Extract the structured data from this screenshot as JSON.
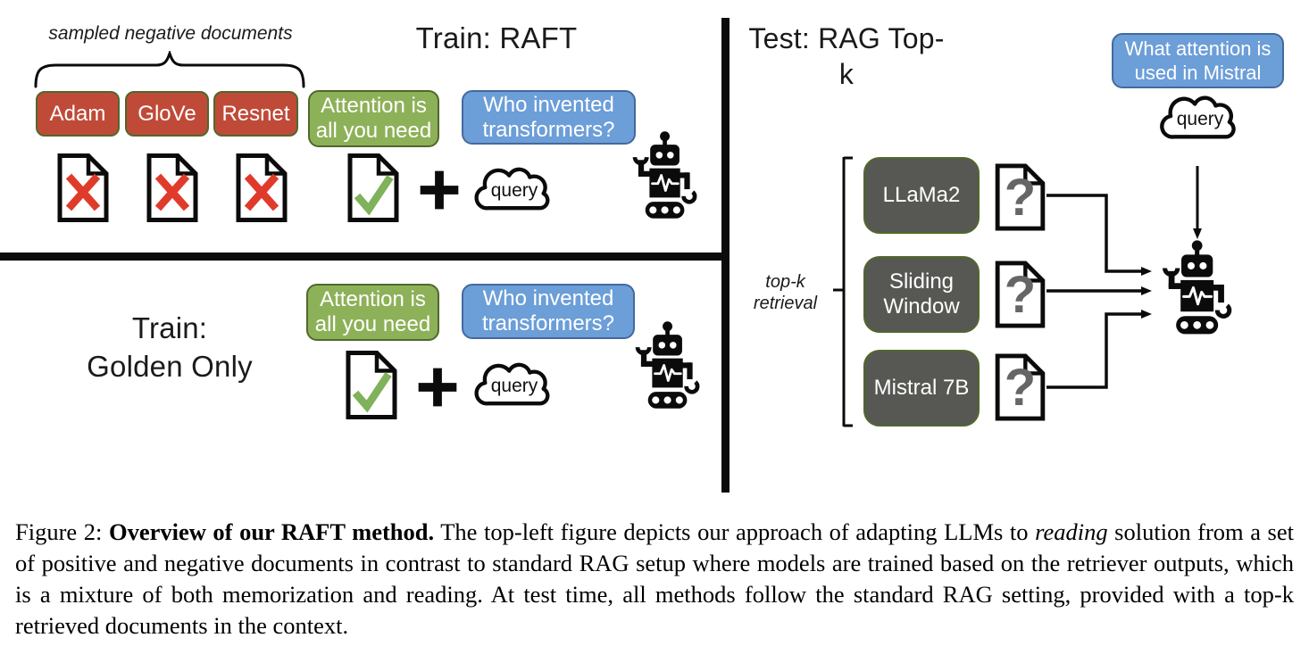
{
  "colors": {
    "red-fill": "#c04a38",
    "green-fill": "#8db158",
    "blue-fill": "#6c9ed8",
    "dark-fill": "#575754",
    "box-border-green": "#50682c",
    "box-border-blue": "#44699e",
    "x-mark-red": "#e03b2a",
    "check-green": "#7fb25a",
    "question-gray": "#666666",
    "line-black": "#0b0b0b"
  },
  "train_raft": {
    "title": "Train: RAFT",
    "negatives_label": "sampled negative documents",
    "negative_docs": [
      "Adam",
      "GloVe",
      "Resnet"
    ],
    "golden_doc": "Attention is all you need",
    "query_box": "Who invented transformers?",
    "query_label": "query"
  },
  "train_golden": {
    "title_line1": "Train:",
    "title_line2": "Golden Only",
    "golden_doc": "Attention is all you need",
    "query_box": "Who invented transformers?",
    "query_label": "query"
  },
  "test_rag": {
    "title": "Test: RAG Top-k",
    "query_box": "What attention is used in Mistral",
    "query_label": "query",
    "retrieval_label_line1": "top-k",
    "retrieval_label_line2": "retrieval",
    "models": [
      "LLaMa2",
      "Sliding Window",
      "Mistral 7B"
    ],
    "question_mark": "?"
  },
  "caption": {
    "prefix": "Figure 2: ",
    "bold": "Overview of our RAFT method.",
    "body_1": " The top-left figure depicts our approach of adapting LLMs to ",
    "italic_word": "reading",
    "body_2": " solution from a set of positive and negative documents in contrast to standard RAG setup where models are trained based on the retriever outputs, which is a mixture of both memorization and reading. At test time, all methods follow the standard RAG setting, provided with a top-k retrieved documents in the context."
  }
}
